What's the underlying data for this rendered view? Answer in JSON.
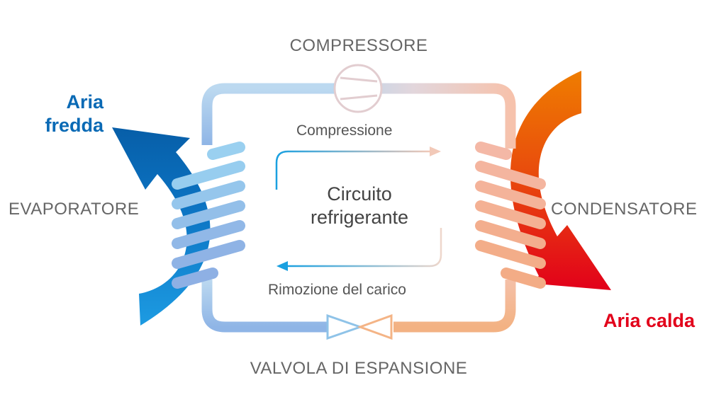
{
  "labels": {
    "compressor": "COMPRESSORE",
    "evaporator": "EVAPORATORE",
    "condenser": "CONDENSATORE",
    "expansion_valve": "VALVOLA DI ESPANSIONE",
    "compression": "Compressione",
    "heat_removal": "Rimozione del carico",
    "circuit_line1": "Circuito",
    "circuit_line2": "refrigerante",
    "cold_air_line1": "Aria",
    "cold_air_line2": "fredda",
    "warm_air": "Aria calda"
  },
  "colors": {
    "cold_air": "#0a6ab5",
    "warm_air": "#e2001a",
    "cold_pipe": "#8fc3e8",
    "warm_pipe": "#f4b894",
    "label_gray": "#666666",
    "orange": "#ef7d00"
  }
}
